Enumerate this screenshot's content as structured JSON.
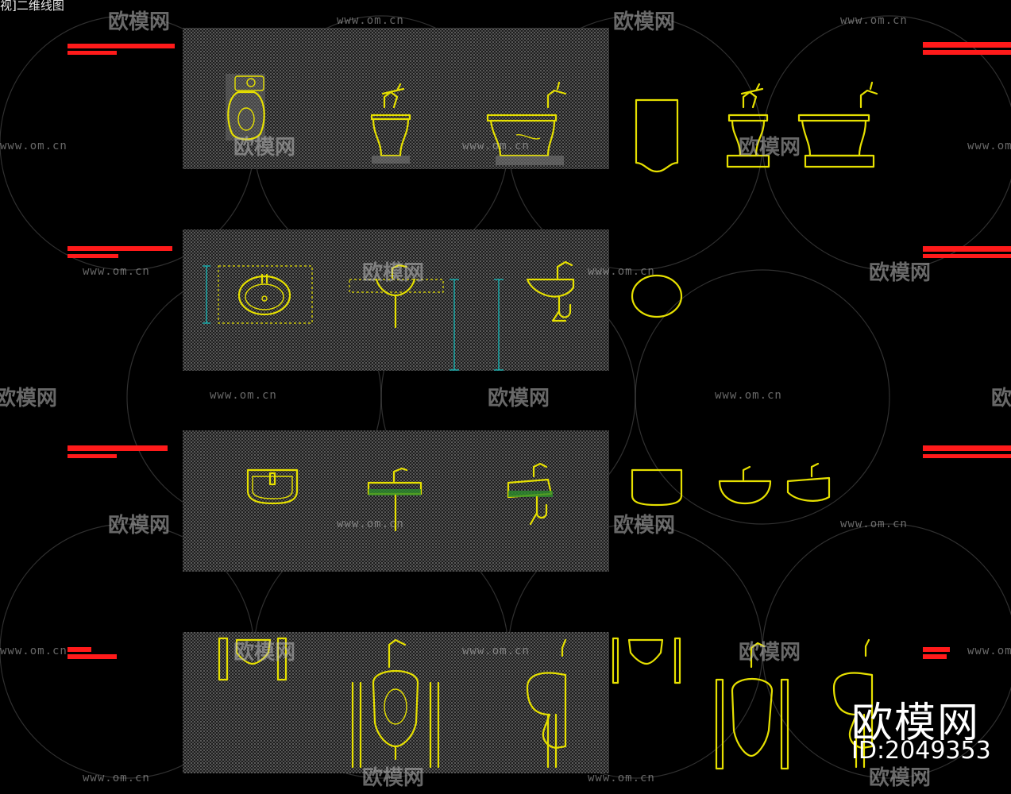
{
  "title_fragment": "视]二维线图",
  "watermark": {
    "brand": "欧模网",
    "url": "www.om.cn"
  },
  "overlay": {
    "brand": "欧模网",
    "id": "ID:2049353"
  },
  "colors": {
    "background": "#000000",
    "linework": "#e6e000",
    "dimension": "#11c6c6",
    "label": "#ff1a1a",
    "dotted_panel": "#5a5a5a"
  },
  "rows": [
    {
      "name": "toilet-bidet-row"
    },
    {
      "name": "basin-row"
    },
    {
      "name": "wall-basin-row"
    },
    {
      "name": "urinal-row"
    }
  ]
}
